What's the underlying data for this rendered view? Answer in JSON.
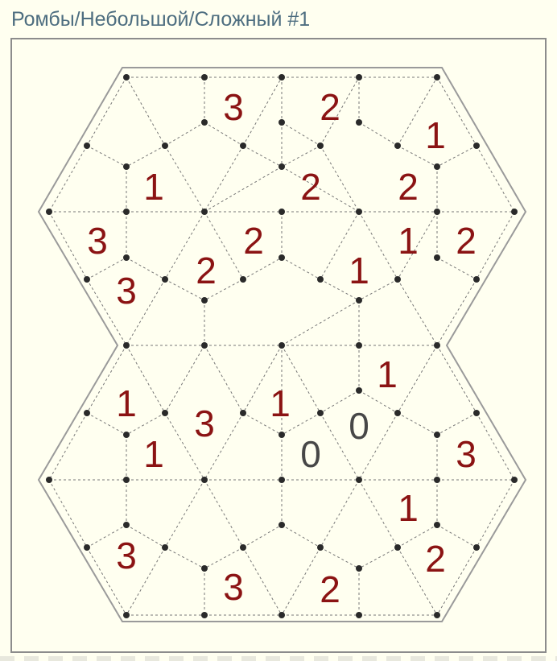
{
  "header": {
    "title": "Ромбы/Небольшой/Сложный #1"
  },
  "colors": {
    "clue": "#8b1313",
    "clue_zero": "#474747",
    "dot": "#2a2a2a",
    "outline": "#9a9a9a",
    "grid_line": "#777777",
    "title": "#4e6e80"
  },
  "puzzle": {
    "clues": [
      {
        "id": "c01",
        "value": "3",
        "row": 0,
        "col": 0
      },
      {
        "id": "c02",
        "value": "2",
        "row": 0,
        "col": 1
      },
      {
        "id": "c03",
        "value": "1",
        "row": 1,
        "col": 0
      },
      {
        "id": "c04",
        "value": "1",
        "row": 1,
        "col": 1
      },
      {
        "id": "c05",
        "value": "2",
        "row": 1,
        "col": 2
      },
      {
        "id": "c06",
        "value": "2",
        "row": 1,
        "col": 3
      },
      {
        "id": "c07",
        "value": "3",
        "row": 2,
        "col": 0
      },
      {
        "id": "c08",
        "value": "2",
        "row": 2,
        "col": 1
      },
      {
        "id": "c09",
        "value": "1",
        "row": 2,
        "col": 2
      },
      {
        "id": "c10",
        "value": "2",
        "row": 2,
        "col": 3
      },
      {
        "id": "c11",
        "value": "3",
        "row": 3,
        "col": 0
      },
      {
        "id": "c12",
        "value": "2",
        "row": 3,
        "col": 1
      },
      {
        "id": "c13",
        "value": "1",
        "row": 3,
        "col": 2
      },
      {
        "id": "c14",
        "value": "1",
        "row": 4,
        "col": 0
      },
      {
        "id": "c15",
        "value": "1",
        "row": 4,
        "col": 1
      },
      {
        "id": "c16",
        "value": "1",
        "row": 4,
        "col": 2
      },
      {
        "id": "c17",
        "value": "3",
        "row": 5,
        "col": 0
      },
      {
        "id": "c18",
        "value": "0",
        "row": 5,
        "col": 1
      },
      {
        "id": "c19",
        "value": "1",
        "row": 6,
        "col": 0
      },
      {
        "id": "c20",
        "value": "0",
        "row": 6,
        "col": 1
      },
      {
        "id": "c21",
        "value": "3",
        "row": 6,
        "col": 2
      },
      {
        "id": "c22",
        "value": "1",
        "row": 7,
        "col": 0
      },
      {
        "id": "c23",
        "value": "3",
        "row": 8,
        "col": 0
      },
      {
        "id": "c24",
        "value": "2",
        "row": 8,
        "col": 1
      },
      {
        "id": "c25",
        "value": "3",
        "row": 9,
        "col": 0
      },
      {
        "id": "c26",
        "value": "2",
        "row": 9,
        "col": 1
      }
    ]
  }
}
